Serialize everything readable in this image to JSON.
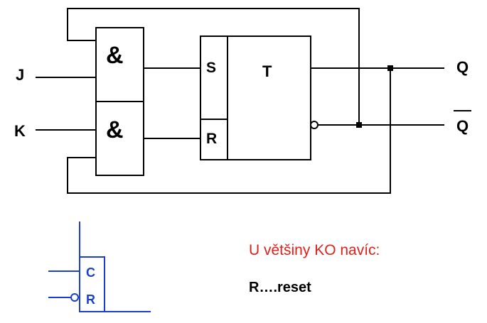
{
  "inputs": {
    "j": "J",
    "k": "K"
  },
  "gates": {
    "and_top": "&",
    "and_bottom": "&"
  },
  "flipflop": {
    "s": "S",
    "r": "R",
    "t": "T"
  },
  "outputs": {
    "q": "Q",
    "q_bar": "Q"
  },
  "legend_block": {
    "c": "C",
    "r": "R"
  },
  "note": {
    "headline": "U většiny KO navíc:",
    "reset": "R….reset"
  },
  "colors": {
    "line": "#000000",
    "accent_red": "#e0201b",
    "blue": "#1a3fcf"
  }
}
